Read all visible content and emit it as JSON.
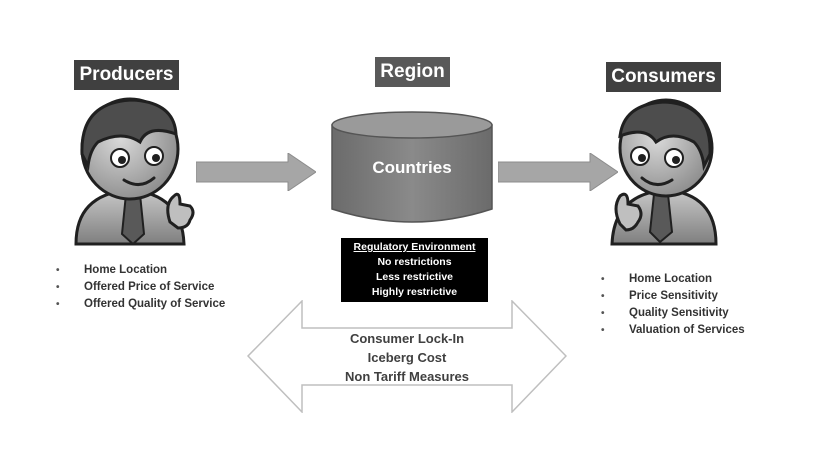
{
  "producers": {
    "title": "Producers",
    "bullets": [
      "Home Location",
      "Offered Price of Service",
      "Offered Quality of Service"
    ]
  },
  "region": {
    "title": "Region",
    "cylinder_label": "Countries"
  },
  "consumers": {
    "title": "Consumers",
    "bullets": [
      "Home Location",
      "Price Sensitivity",
      "Quality Sensitivity",
      "Valuation of Services"
    ]
  },
  "regulatory": {
    "title": "Regulatory Environment",
    "items": [
      "No restrictions",
      "Less restrictive",
      "Highly restrictive"
    ]
  },
  "frictions": {
    "items": [
      "Consumer Lock-In",
      "Iceberg Cost",
      "Non Tariff Measures"
    ]
  },
  "colors": {
    "title_bg": "#404040",
    "region_bg": "#595959",
    "cylinder": "#7a7a7a",
    "arrow": "#a6a6a6",
    "regulatory_bg": "#000000"
  },
  "icons": {
    "person": "person-thumbs-up-icon"
  }
}
